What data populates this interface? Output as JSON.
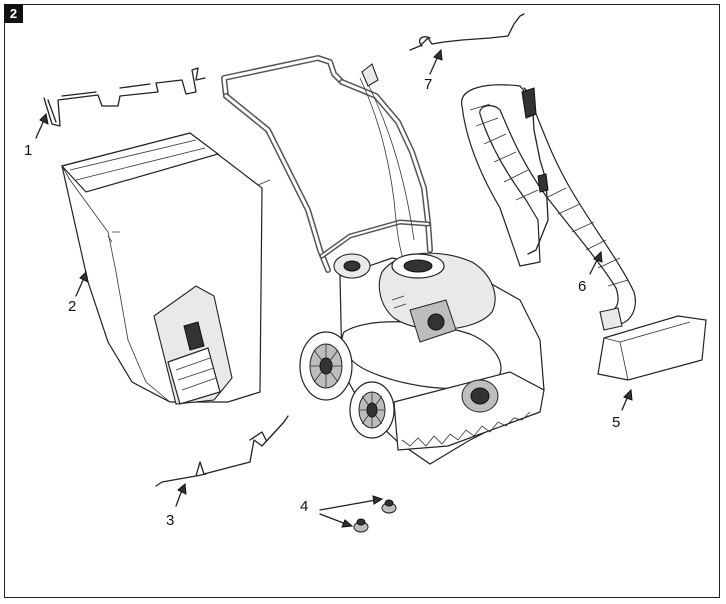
{
  "figure": {
    "number": "2"
  },
  "callouts": [
    {
      "id": "1",
      "label": "1"
    },
    {
      "id": "2",
      "label": "2"
    },
    {
      "id": "3",
      "label": "3"
    },
    {
      "id": "4",
      "label": "4"
    },
    {
      "id": "5",
      "label": "5"
    },
    {
      "id": "6",
      "label": "6"
    },
    {
      "id": "7",
      "label": "7"
    }
  ]
}
